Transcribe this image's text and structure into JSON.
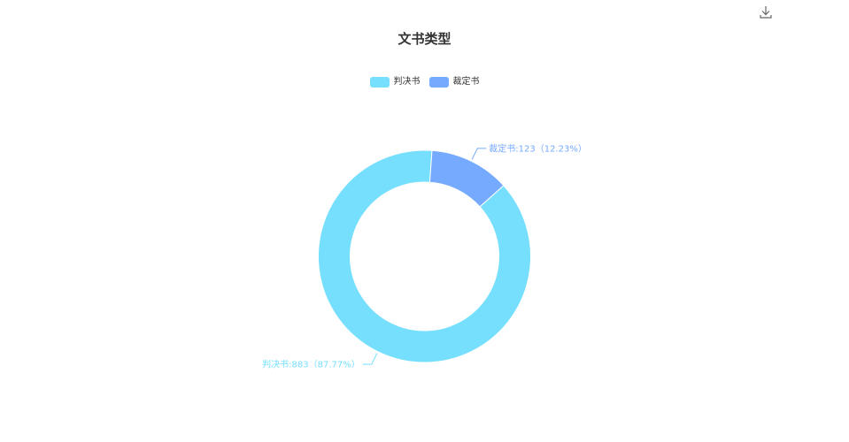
{
  "header": {
    "download_icon": "download-icon"
  },
  "chart_data": {
    "type": "pie",
    "title": "文书类型",
    "donut": true,
    "legend_position": "top-center",
    "slices": [
      {
        "name": "判决书",
        "value": 883,
        "percent": "87.77%",
        "color": "#76dffe",
        "label": "判决书:883（87.77%）"
      },
      {
        "name": "裁定书",
        "value": 123,
        "percent": "12.23%",
        "color": "#76aafe",
        "label": "裁定书:123（12.23%）"
      }
    ]
  }
}
